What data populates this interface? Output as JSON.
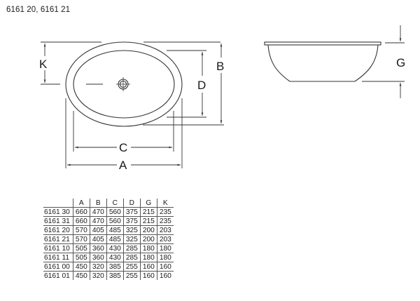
{
  "title": "6161 20, 6161 21",
  "drawing": {
    "top_view_labels": {
      "K": "K",
      "B": "B",
      "D": "D",
      "C": "C",
      "A": "A"
    },
    "side_view_labels": {
      "G": "G"
    },
    "icons": [
      "drain-hole-icon"
    ]
  },
  "table": {
    "columns": [
      "",
      "A",
      "B",
      "C",
      "D",
      "G",
      "K"
    ],
    "rows": [
      {
        "model": "6161 30",
        "A": "660",
        "B": "470",
        "C": "560",
        "D": "375",
        "G": "215",
        "K": "235"
      },
      {
        "model": "6161 31",
        "A": "660",
        "B": "470",
        "C": "560",
        "D": "375",
        "G": "215",
        "K": "235"
      },
      {
        "model": "6161 20",
        "A": "570",
        "B": "405",
        "C": "485",
        "D": "325",
        "G": "200",
        "K": "203"
      },
      {
        "model": "6161 21",
        "A": "570",
        "B": "405",
        "C": "485",
        "D": "325",
        "G": "200",
        "K": "203"
      },
      {
        "model": "6161 10",
        "A": "505",
        "B": "360",
        "C": "430",
        "D": "285",
        "G": "180",
        "K": "180"
      },
      {
        "model": "6161 11",
        "A": "505",
        "B": "360",
        "C": "430",
        "D": "285",
        "G": "180",
        "K": "180"
      },
      {
        "model": "6161 00",
        "A": "450",
        "B": "320",
        "C": "385",
        "D": "255",
        "G": "160",
        "K": "160"
      },
      {
        "model": "6161 01",
        "A": "450",
        "B": "320",
        "C": "385",
        "D": "255",
        "G": "160",
        "K": "160"
      }
    ]
  },
  "colors": {
    "line": "#333333",
    "text": "#1a1a1a",
    "background": "#ffffff"
  }
}
